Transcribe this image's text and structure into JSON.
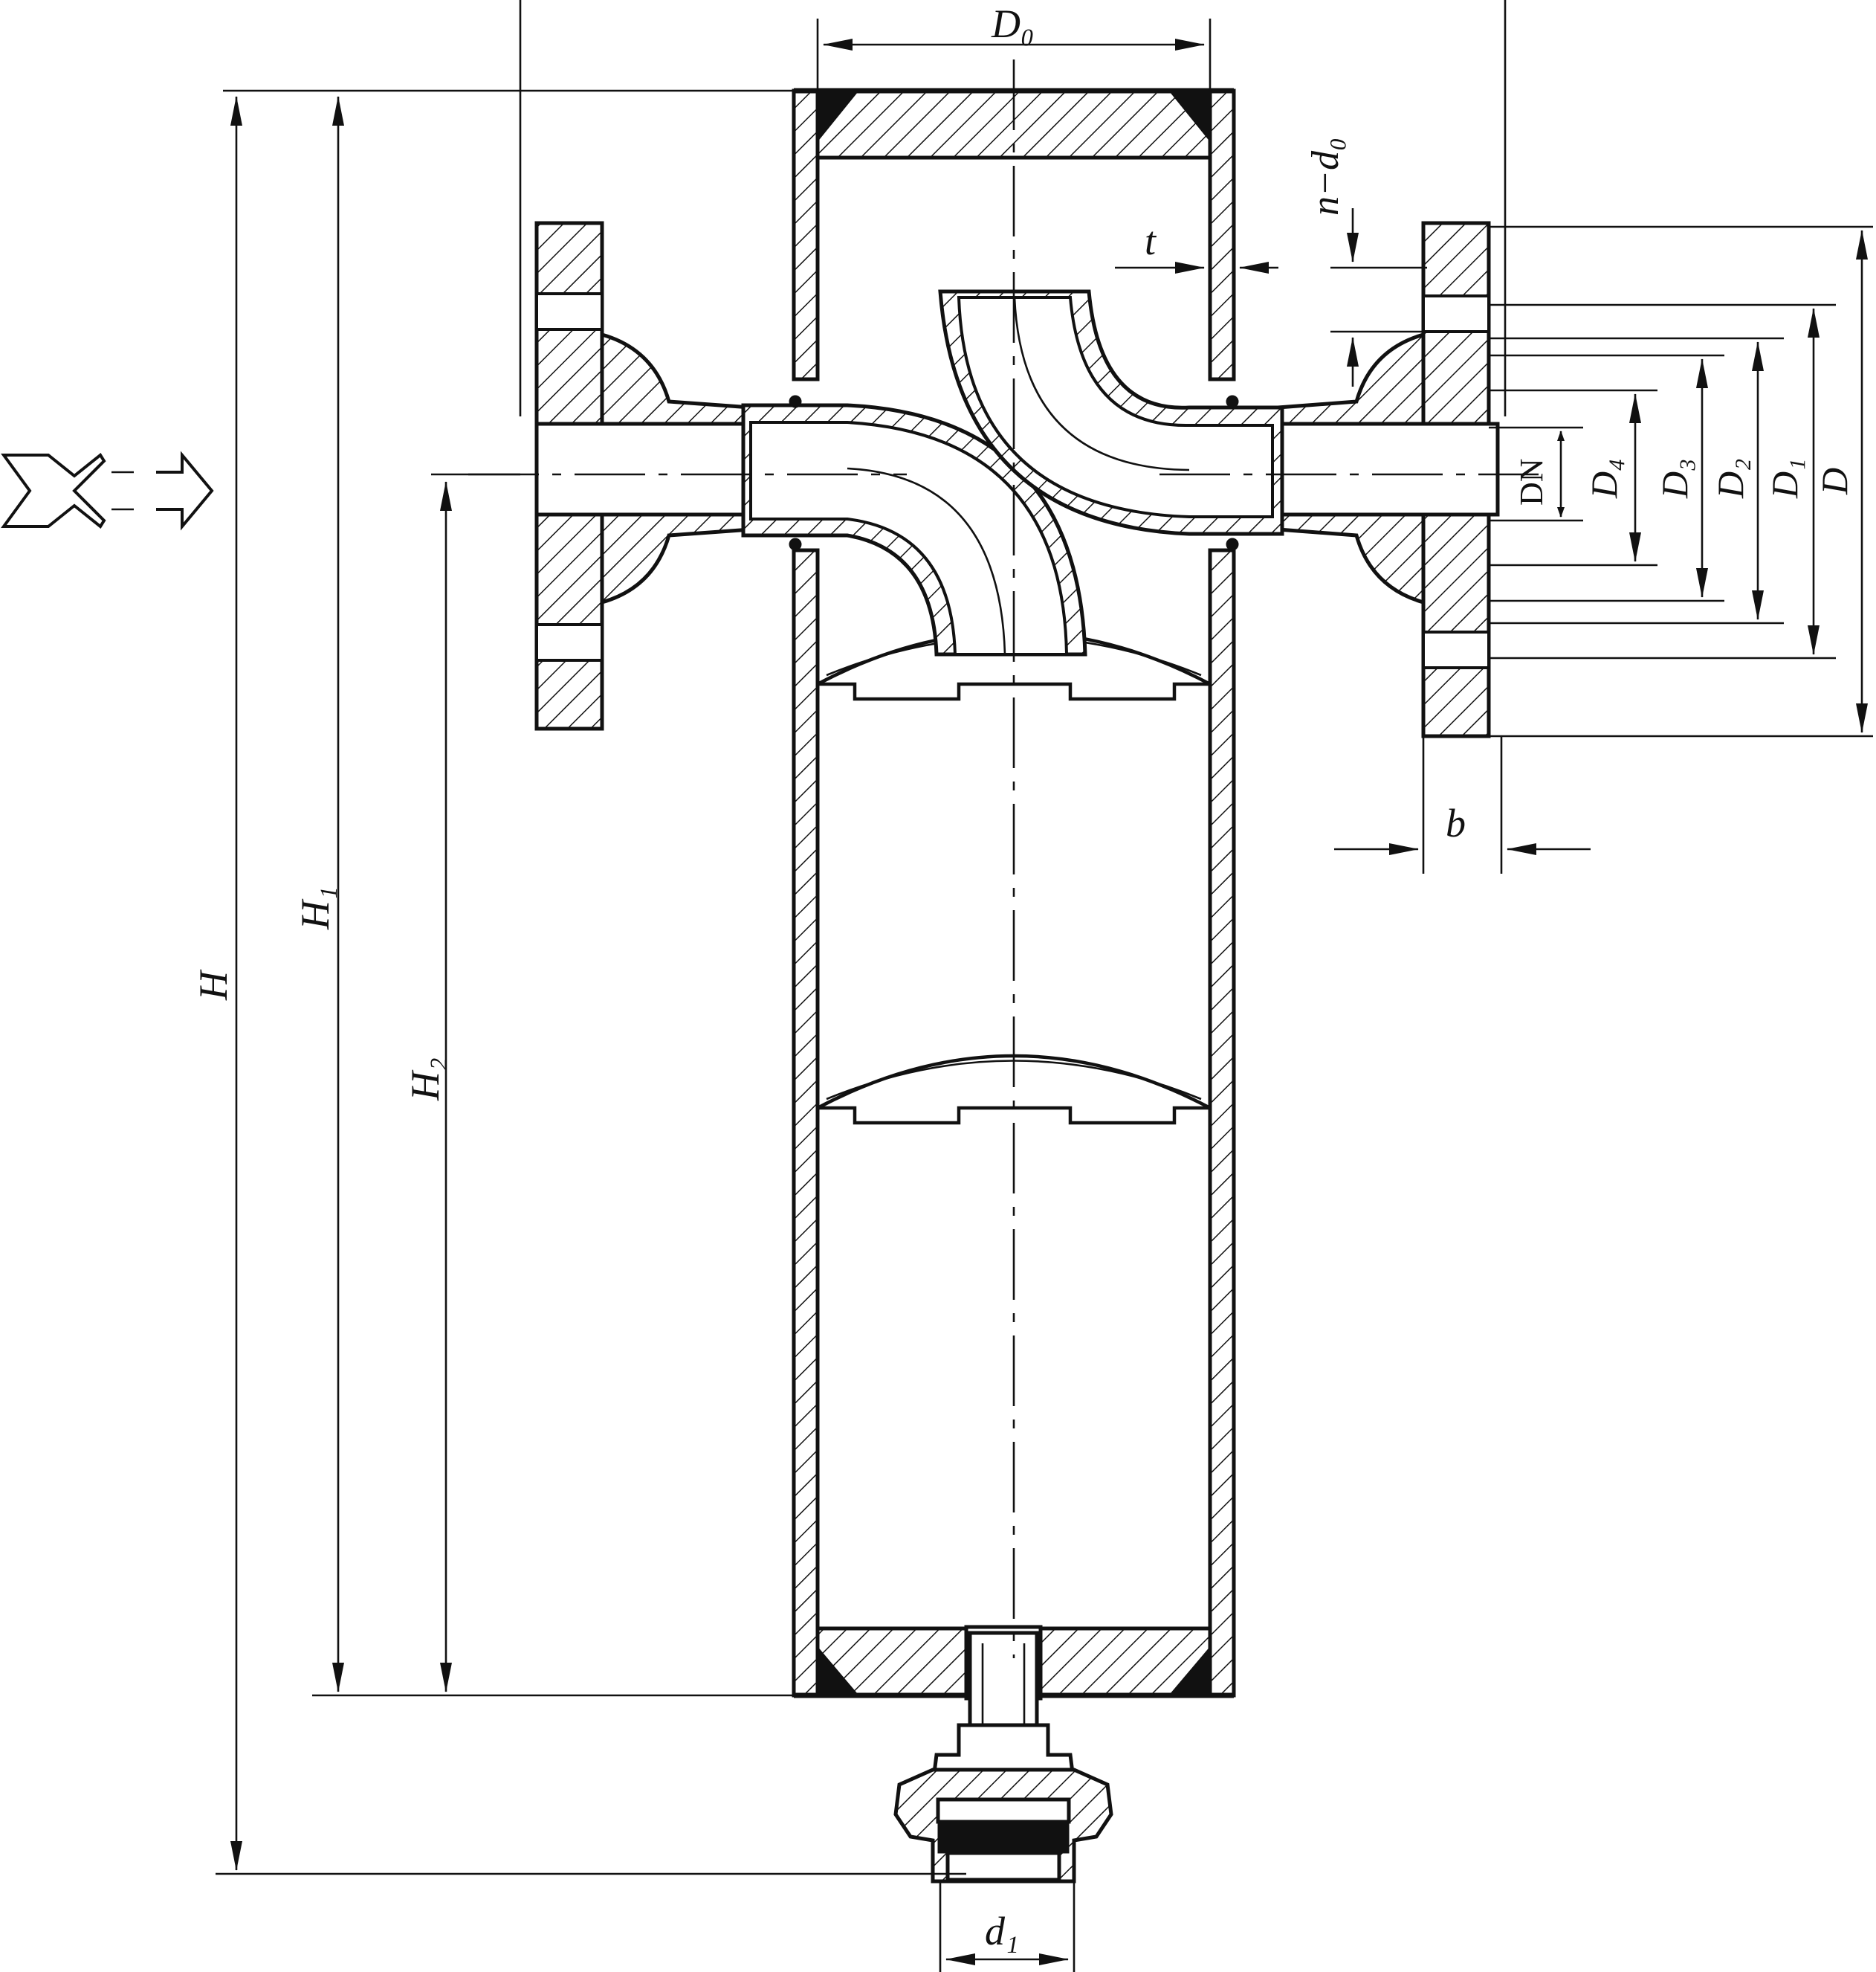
{
  "labels": {
    "D0": "D₀",
    "t": "t",
    "n_d0": "n−d₀",
    "DN": "DN",
    "D4": "D₄",
    "D3": "D₃",
    "D2": "D₂",
    "D1": "D₁",
    "D": "D",
    "b": "b",
    "H": "H",
    "H1": "H₁",
    "H2": "H₂",
    "d1": "d₁"
  }
}
